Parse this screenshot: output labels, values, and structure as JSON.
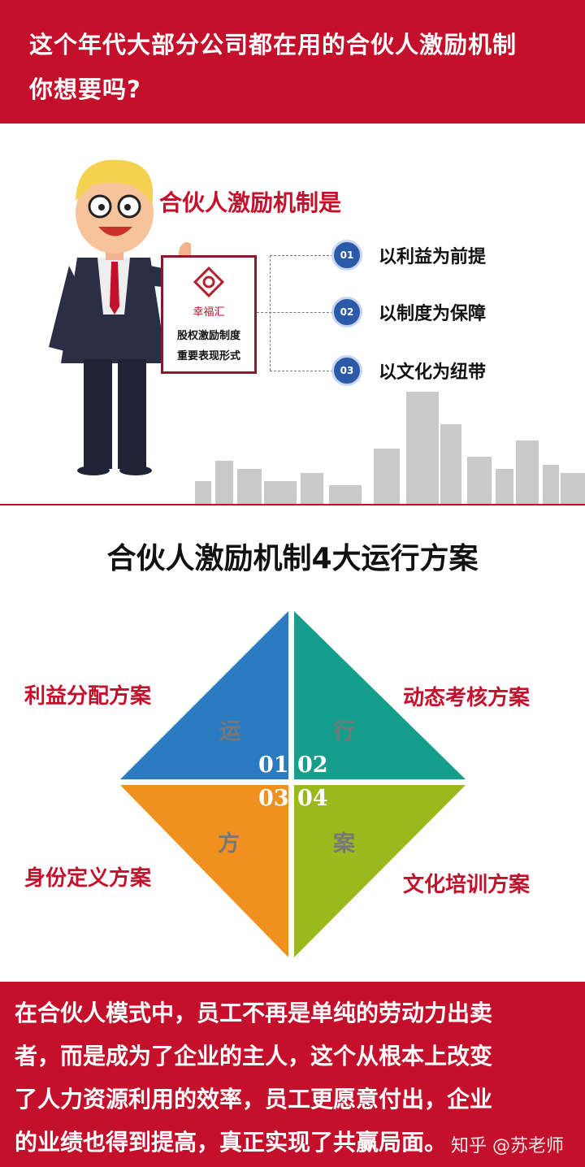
{
  "header": {
    "lines": [
      "这个年代大部分公司都在用的合伙人激励机制",
      "你想要吗?"
    ]
  },
  "hero": {
    "subtitle": "合伙人激励机制是",
    "card": {
      "brand": "幸福汇",
      "lines": [
        "股权激励制度",
        "重要表现形式"
      ]
    },
    "items": [
      {
        "num": "01",
        "text": "以利益为前提"
      },
      {
        "num": "02",
        "text": "以制度为保障"
      },
      {
        "num": "03",
        "text": "以文化为纽带"
      }
    ]
  },
  "section": {
    "title": "合伙人激励机制4大运行方案",
    "quadrants": [
      {
        "num": "01",
        "char": "运",
        "label": "利益分配方案",
        "color": "#2a7bc2"
      },
      {
        "num": "02",
        "char": "行",
        "label": "动态考核方案",
        "color": "#169e8c"
      },
      {
        "num": "03",
        "char": "方",
        "label": "身份定义方案",
        "color": "#f0901f"
      },
      {
        "num": "04",
        "char": "案",
        "label": "文化培训方案",
        "color": "#9bb91c"
      }
    ]
  },
  "footer": {
    "lines": [
      "在合伙人模式中，员工不再是单纯的劳动力出卖",
      "者，而是成为了企业的主人，这个从根本上改变",
      "了人力资源利用的效率，员工更愿意付出，企业",
      "的业绩也得到提高，真正实现了共赢局面。"
    ],
    "watermark": "知乎 @苏老师"
  },
  "colors": {
    "brand_red": "#c4102a",
    "badge_blue": "#2b5aa8"
  }
}
